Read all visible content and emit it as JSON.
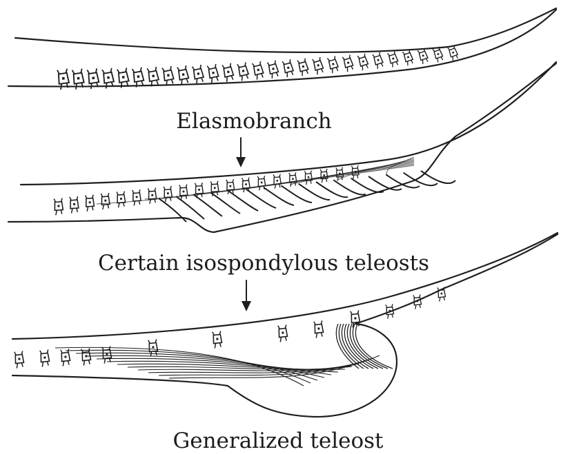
{
  "stages": [
    {
      "label": "Elasmobranch"
    },
    {
      "label": "Certain isospondylous teleosts"
    },
    {
      "label": "Generalized teleost"
    }
  ],
  "colors": {
    "ink": "#1e1e1e",
    "background": "#ffffff"
  }
}
